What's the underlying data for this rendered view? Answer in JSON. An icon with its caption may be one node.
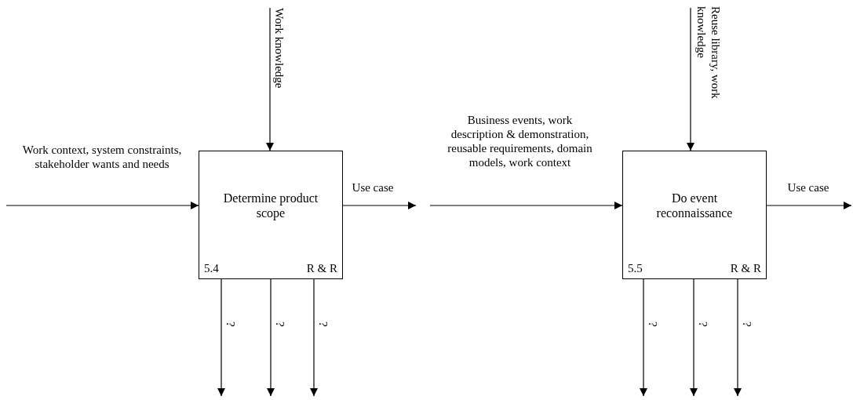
{
  "diagram": {
    "nodes": [
      {
        "text": [
          "Determine product scope",
          "5.4",
          "R & R"
        ]
      },
      {
        "text": [
          "Do event reconnaissance",
          "5.5",
          "R & R"
        ]
      }
    ],
    "edges": [
      {
        "from": null,
        "to": 0,
        "arrow": "to",
        "label": "Work context, system constraints, stakeholder wants and needs"
      },
      {
        "from": null,
        "to": 0,
        "arrow": "to",
        "label": "Work knowledge"
      },
      {
        "from": 0,
        "to": null,
        "arrow": "to",
        "label": "Use case"
      },
      {
        "from": 0,
        "to": null,
        "arrow": "to",
        "label": "?"
      },
      {
        "from": 0,
        "to": null,
        "arrow": "to",
        "label": "?"
      },
      {
        "from": 0,
        "to": null,
        "arrow": "to",
        "label": "?"
      },
      {
        "from": null,
        "to": 1,
        "arrow": "to",
        "label": "Business events, work description & demonstration, reusable requirements, domain models, work context"
      },
      {
        "from": null,
        "to": 1,
        "arrow": "to",
        "label": "Reuse library, work knowledge"
      },
      {
        "from": 1,
        "to": null,
        "arrow": "to",
        "label": "Use case"
      },
      {
        "from": 1,
        "to": null,
        "arrow": "to",
        "label": "?"
      },
      {
        "from": 1,
        "to": null,
        "arrow": "to",
        "label": "?"
      },
      {
        "from": 1,
        "to": null,
        "arrow": "to",
        "label": "?"
      }
    ]
  }
}
